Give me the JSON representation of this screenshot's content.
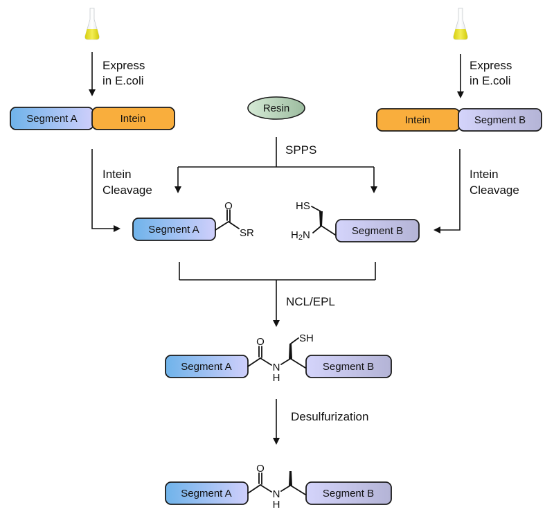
{
  "diagram": {
    "colors": {
      "segment_a_left": "#6fb3ea",
      "segment_a_right": "#cfcffb",
      "segment_b_left": "#d4d4fb",
      "segment_b_right": "#b4b4d6",
      "intein": "#f9ae3d",
      "resin_left": "#d6ead6",
      "resin_right": "#9cbc9f",
      "flask_liquid": "#e6e020"
    },
    "left_branch": {
      "flask_icon": "flask-icon",
      "step_label_line1": "Express",
      "step_label_line2": "in E.coli",
      "fusion": {
        "segment": "Segment A",
        "intein": "Intein"
      },
      "cleavage_line1": "Intein",
      "cleavage_line2": "Cleavage"
    },
    "right_branch": {
      "flask_icon": "flask-icon",
      "step_label_line1": "Express",
      "step_label_line2": "in E.coli",
      "fusion": {
        "intein": "Intein",
        "segment": "Segment B"
      },
      "cleavage_line1": "Intein",
      "cleavage_line2": "Cleavage"
    },
    "center": {
      "resin": "Resin",
      "spps": "SPPS"
    },
    "thioester": {
      "segment": "Segment A",
      "o": "O",
      "sr": "SR"
    },
    "cys_peptide": {
      "segment": "Segment B",
      "hs": "HS",
      "h2n_h": "H",
      "h2n_sub": "2",
      "h2n_n": "N"
    },
    "ligation": {
      "label": "NCL/EPL",
      "segment_a": "Segment A",
      "segment_b": "Segment B",
      "o": "O",
      "n": "N",
      "h": "H",
      "sh": "SH"
    },
    "desulfurization": {
      "label": "Desulfurization",
      "segment_a": "Segment A",
      "segment_b": "Segment B",
      "o": "O",
      "n": "N",
      "h": "H"
    }
  }
}
